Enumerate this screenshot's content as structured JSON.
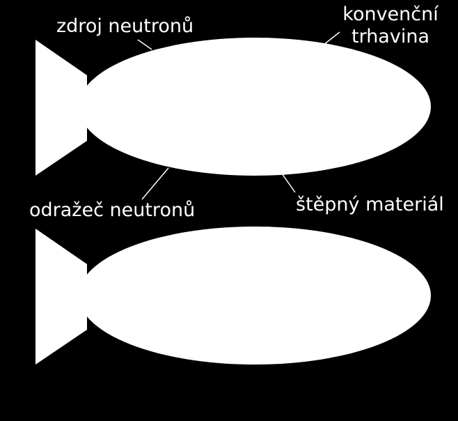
{
  "diagram": {
    "colors": {
      "background": "#000000",
      "shape_fill": "#ffffff",
      "leader_line": "#ffffff",
      "text": "#ffffff"
    },
    "shapes": [
      {
        "name": "bomb-shape-top",
        "icon": "fish-shaped-bomb"
      },
      {
        "name": "bomb-shape-bottom",
        "icon": "fish-shaped-bomb"
      }
    ],
    "labels": {
      "neutron_source": "zdroj neutronů",
      "conventional_explosive_line1": "konvenční",
      "conventional_explosive_line2": "trhavina",
      "neutron_reflector": "odražeč neutronů",
      "fissile_material": "štěpný materiál"
    }
  }
}
